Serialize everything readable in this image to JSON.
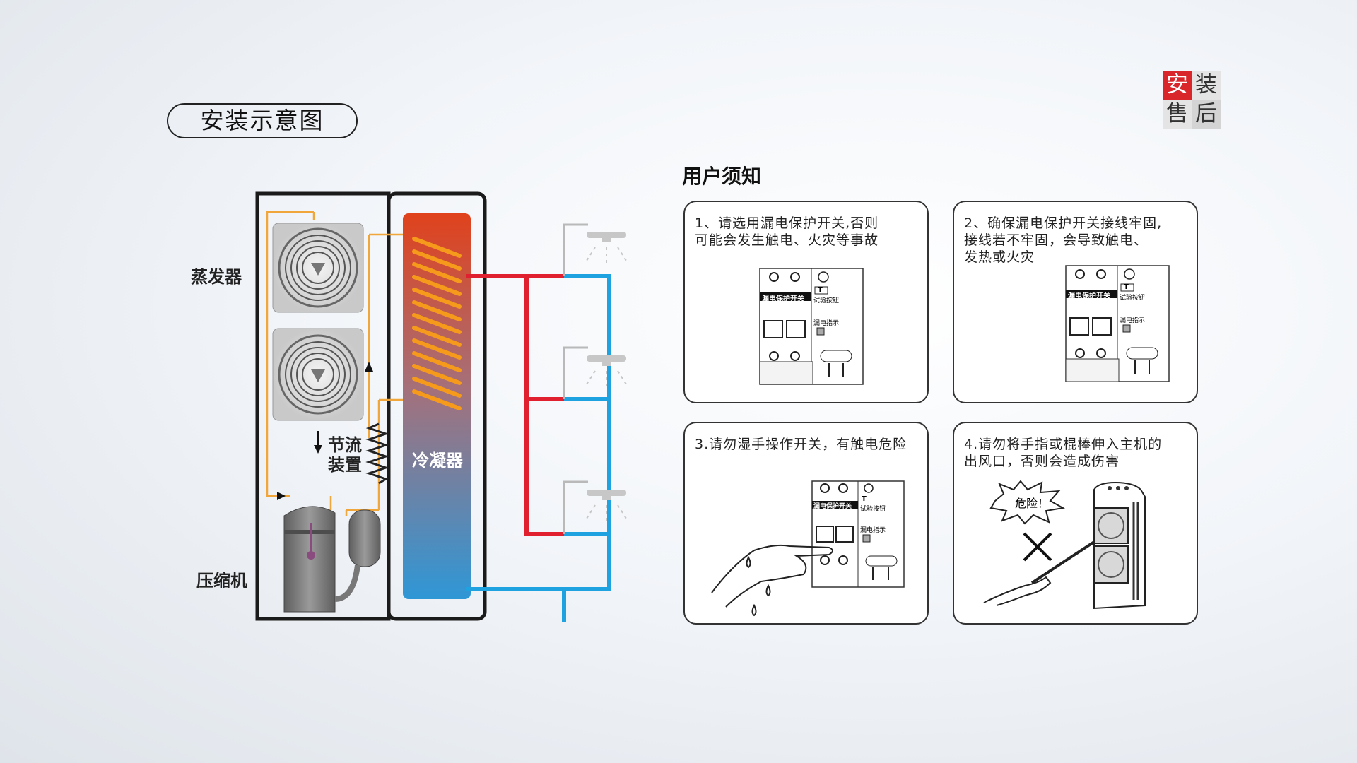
{
  "title": "安装示意图",
  "logo": {
    "chars": [
      "安",
      "装",
      "售",
      "后"
    ],
    "accent": "#d8262b"
  },
  "diagram": {
    "label_evaporator": "蒸发器",
    "label_compressor": "压缩机",
    "label_throttle_1": "节流",
    "label_throttle_2": "装置",
    "label_condenser": "冷凝器",
    "colors": {
      "hot": "#e0202e",
      "cold": "#1ea3e0",
      "coil": "#f59a1a",
      "refrigerant": "#f0a63a"
    }
  },
  "notice": {
    "heading": "用户须知",
    "cards": [
      {
        "lines": [
          "1、请选用漏电保护开关,否则",
          "可能会发生触电、火灾等事故"
        ]
      },
      {
        "lines": [
          "2、确保漏电保护开关接线牢固,",
          "接线若不牢固，会导致触电、",
          "发热或火灾"
        ]
      },
      {
        "lines": [
          "3.请勿湿手操作开关，有触电危险"
        ]
      },
      {
        "lines": [
          "4.请勿将手指或棍棒伸入主机的",
          "出风口，否则会造成伤害"
        ]
      }
    ],
    "breaker_label": "漏电保护开关",
    "test_button": "试验按钮",
    "leak_indicator": "漏电指示",
    "t_mark": "T",
    "danger": "危险！"
  }
}
